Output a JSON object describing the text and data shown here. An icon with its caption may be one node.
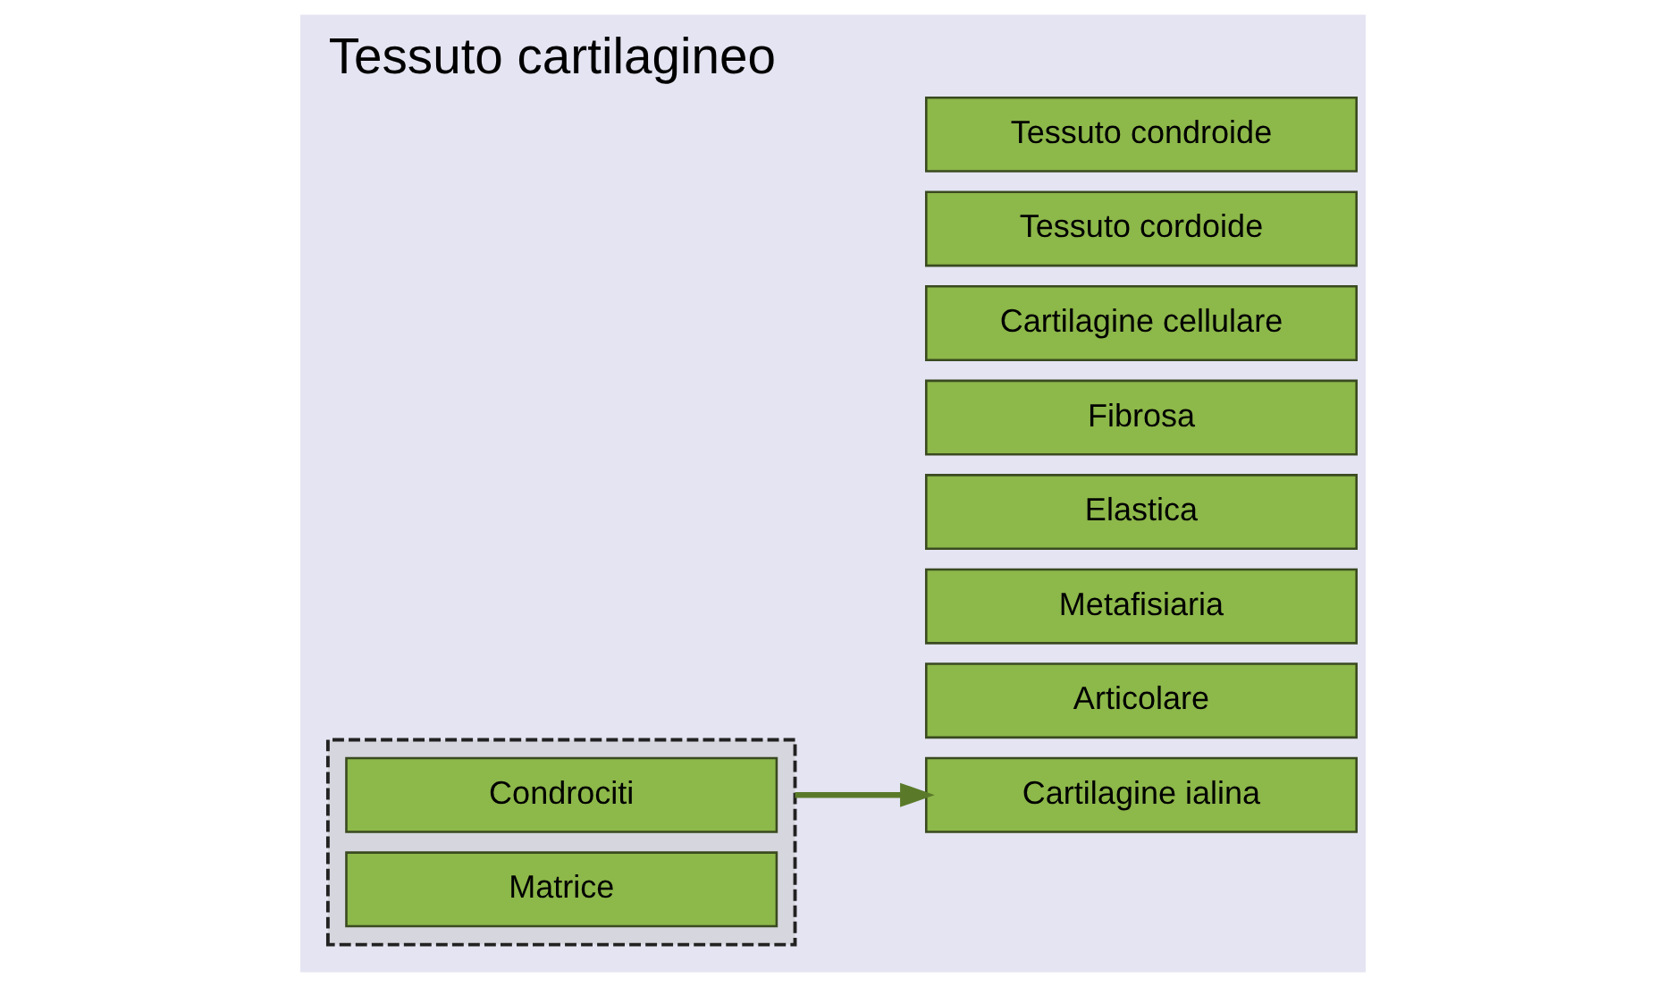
{
  "diagram": {
    "title": "Tessuto cartilagineo",
    "nodes": [
      {
        "text": [],
        "shape": "box"
      },
      {
        "text": [
          "Condrociti"
        ],
        "in": 0
      },
      {
        "text": [
          "Matrice"
        ],
        "in": 0
      },
      {
        "text": [
          "Cartilagine ialina"
        ]
      },
      {
        "text": [
          "Articolare"
        ]
      },
      {
        "text": [
          "Metafisiaria"
        ]
      },
      {
        "text": [
          "Elastica"
        ]
      },
      {
        "text": [
          "Fibrosa"
        ]
      },
      {
        "text": [
          "Cartilagine cellulare"
        ]
      },
      {
        "text": [
          "Tessuto cordoide"
        ]
      },
      {
        "text": [
          "Tessuto condroide"
        ]
      }
    ],
    "edges": [
      {
        "from": 0,
        "to": 3,
        "arrow": "to"
      }
    ]
  }
}
